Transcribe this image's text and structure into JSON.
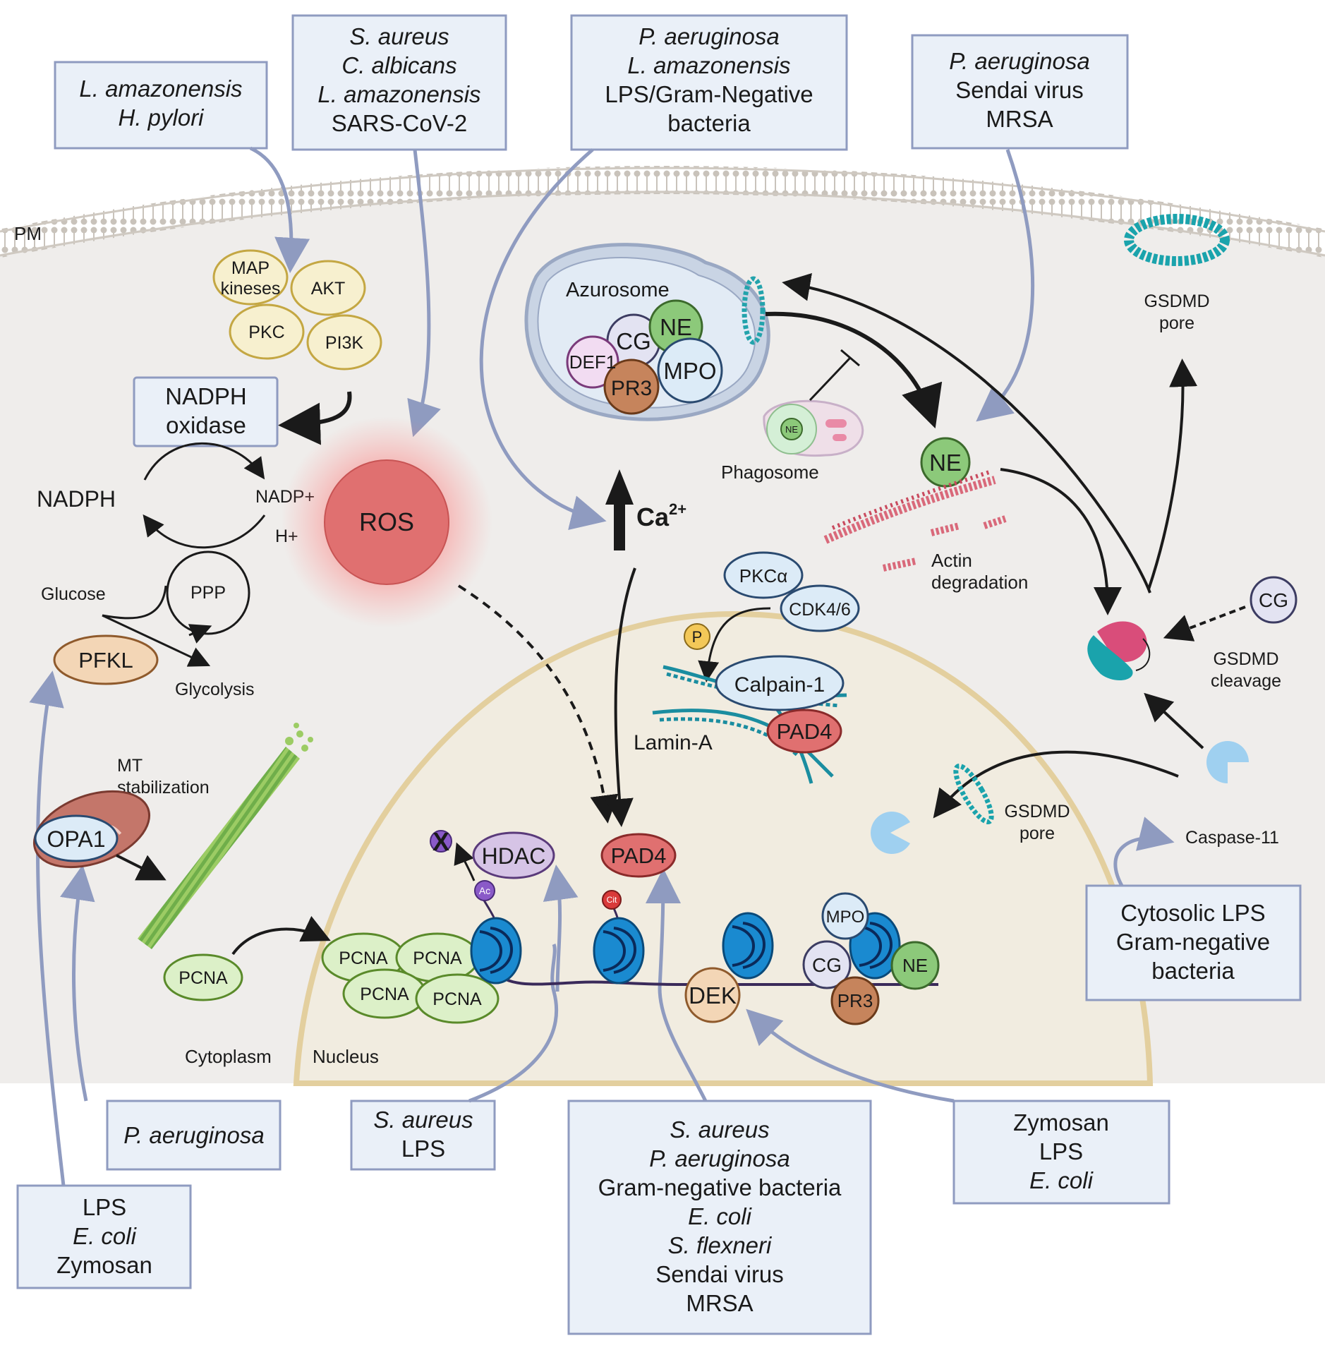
{
  "regions": {
    "pm": "PM",
    "cytoplasm": "Cytoplasm",
    "nucleus": "Nucleus"
  },
  "boxes": {
    "b1": [
      "L. amazonensis",
      "H. pylori"
    ],
    "b2": [
      "S. aureus",
      "C. albicans",
      "L. amazonensis",
      "SARS-CoV-2"
    ],
    "b3": [
      "P. aeruginosa",
      "L. amazonensis",
      "LPS/Gram-Negative",
      "bacteria"
    ],
    "b4": [
      "P. aeruginosa",
      "Sendai virus",
      "MRSA"
    ],
    "b5": [
      "Cytosolic LPS",
      "Gram-negative",
      "bacteria"
    ],
    "b6": [
      "P. aeruginosa"
    ],
    "b7": [
      "LPS",
      "E. coli",
      "Zymosan"
    ],
    "b8": [
      "S. aureus",
      "LPS"
    ],
    "b9": [
      "S. aureus",
      "P. aeruginosa",
      "Gram-negative bacteria",
      "E. coli",
      "S. flexneri",
      "Sendai virus",
      "MRSA"
    ],
    "b10": [
      "Zymosan",
      "LPS",
      "E. coli"
    ]
  },
  "kinases": {
    "map": [
      "MAP",
      "kineses"
    ],
    "akt": "AKT",
    "pkc": "PKC",
    "pi3k": "PI3K"
  },
  "nadph_oxidase": [
    "NADPH",
    "oxidase"
  ],
  "metabolism": {
    "nadph": "NADPH",
    "nadp": "NADP+",
    "h": "H+",
    "ppp": "PPP",
    "glucose": "Glucose",
    "pfkl": "PFKL",
    "glycolysis": "Glycolysis"
  },
  "ros": "ROS",
  "azurosome": {
    "title": "Azurosome",
    "ne": "NE",
    "cg": "CG",
    "def1": "DEF1",
    "mpo": "MPO",
    "pr3": "PR3"
  },
  "phagosome": {
    "label": "Phagosome",
    "ne": "NE"
  },
  "calcium": {
    "base": "Ca",
    "sup": "2+"
  },
  "ne_free": "NE",
  "actin": [
    "Actin",
    "degradation"
  ],
  "gsdmd_top": [
    "GSDMD",
    "pore"
  ],
  "gsdmd_mid": [
    "GSDMD",
    "pore"
  ],
  "gsdmd_cleavage": [
    "GSDMD",
    "cleavage"
  ],
  "cg_free": "CG",
  "caspase": "Caspase-11",
  "pkca": "PKCα",
  "cdk": "CDK4/6",
  "p": "P",
  "calpain": "Calpain-1",
  "pad4_lamin": "PAD4",
  "lamin": "Lamin-A",
  "mt": [
    "MT",
    "stabilization"
  ],
  "opa1": "OPA1",
  "pcna": [
    "PCNA",
    "PCNA",
    "PCNA",
    "PCNA",
    "PCNA"
  ],
  "hdac": "HDAC",
  "x_mark": "X",
  "ac": "Ac",
  "cit": "Cit",
  "pad4_nuc": "PAD4",
  "dek": "DEK",
  "chromatin": {
    "mpo": "MPO",
    "cg": "CG",
    "ne": "NE",
    "pr3": "PR3"
  },
  "colors": {
    "box_fill": "#eaf0f8",
    "box_stroke": "#8f9bc0",
    "arrow": "#8f9bc0",
    "ros": "#e07070",
    "cell": "#efedeb",
    "nucleus": "#f1ece0"
  }
}
